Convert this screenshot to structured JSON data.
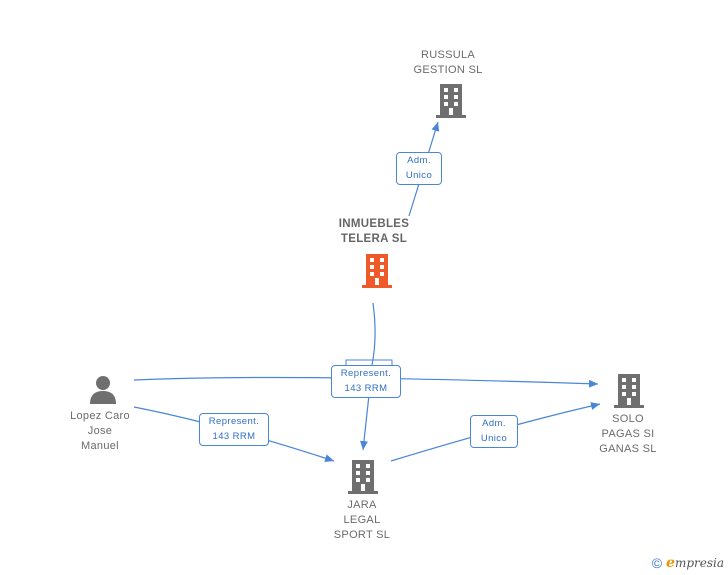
{
  "colors": {
    "edge": "#4a86d8",
    "building_default": "#6f6f6f",
    "building_focus": "#f05a28",
    "person": "#6f6f6f"
  },
  "nodes": {
    "russula": {
      "label": "RUSSULA\nGESTION SL",
      "icon": "building-icon"
    },
    "inmuebles": {
      "label": "INMUEBLES\nTELERA SL",
      "icon": "building-icon"
    },
    "lopez": {
      "label": "Lopez Caro\nJose\nManuel",
      "icon": "person-icon"
    },
    "solo": {
      "label": "SOLO\nPAGAS SI\nGANAS SL",
      "icon": "building-icon"
    },
    "jara": {
      "label": "JARA\nLEGAL\nSPORT SL",
      "icon": "building-icon"
    }
  },
  "edges": {
    "adm_russula": "Adm.\nUnico",
    "represent_center": "Represent.\n143 RRM",
    "represent_left": "Represent.\n143 RRM",
    "adm_solo": "Adm.\nUnico"
  },
  "footer": {
    "copyright": "©",
    "brand_initial": "e",
    "brand_rest": "mpresia"
  }
}
